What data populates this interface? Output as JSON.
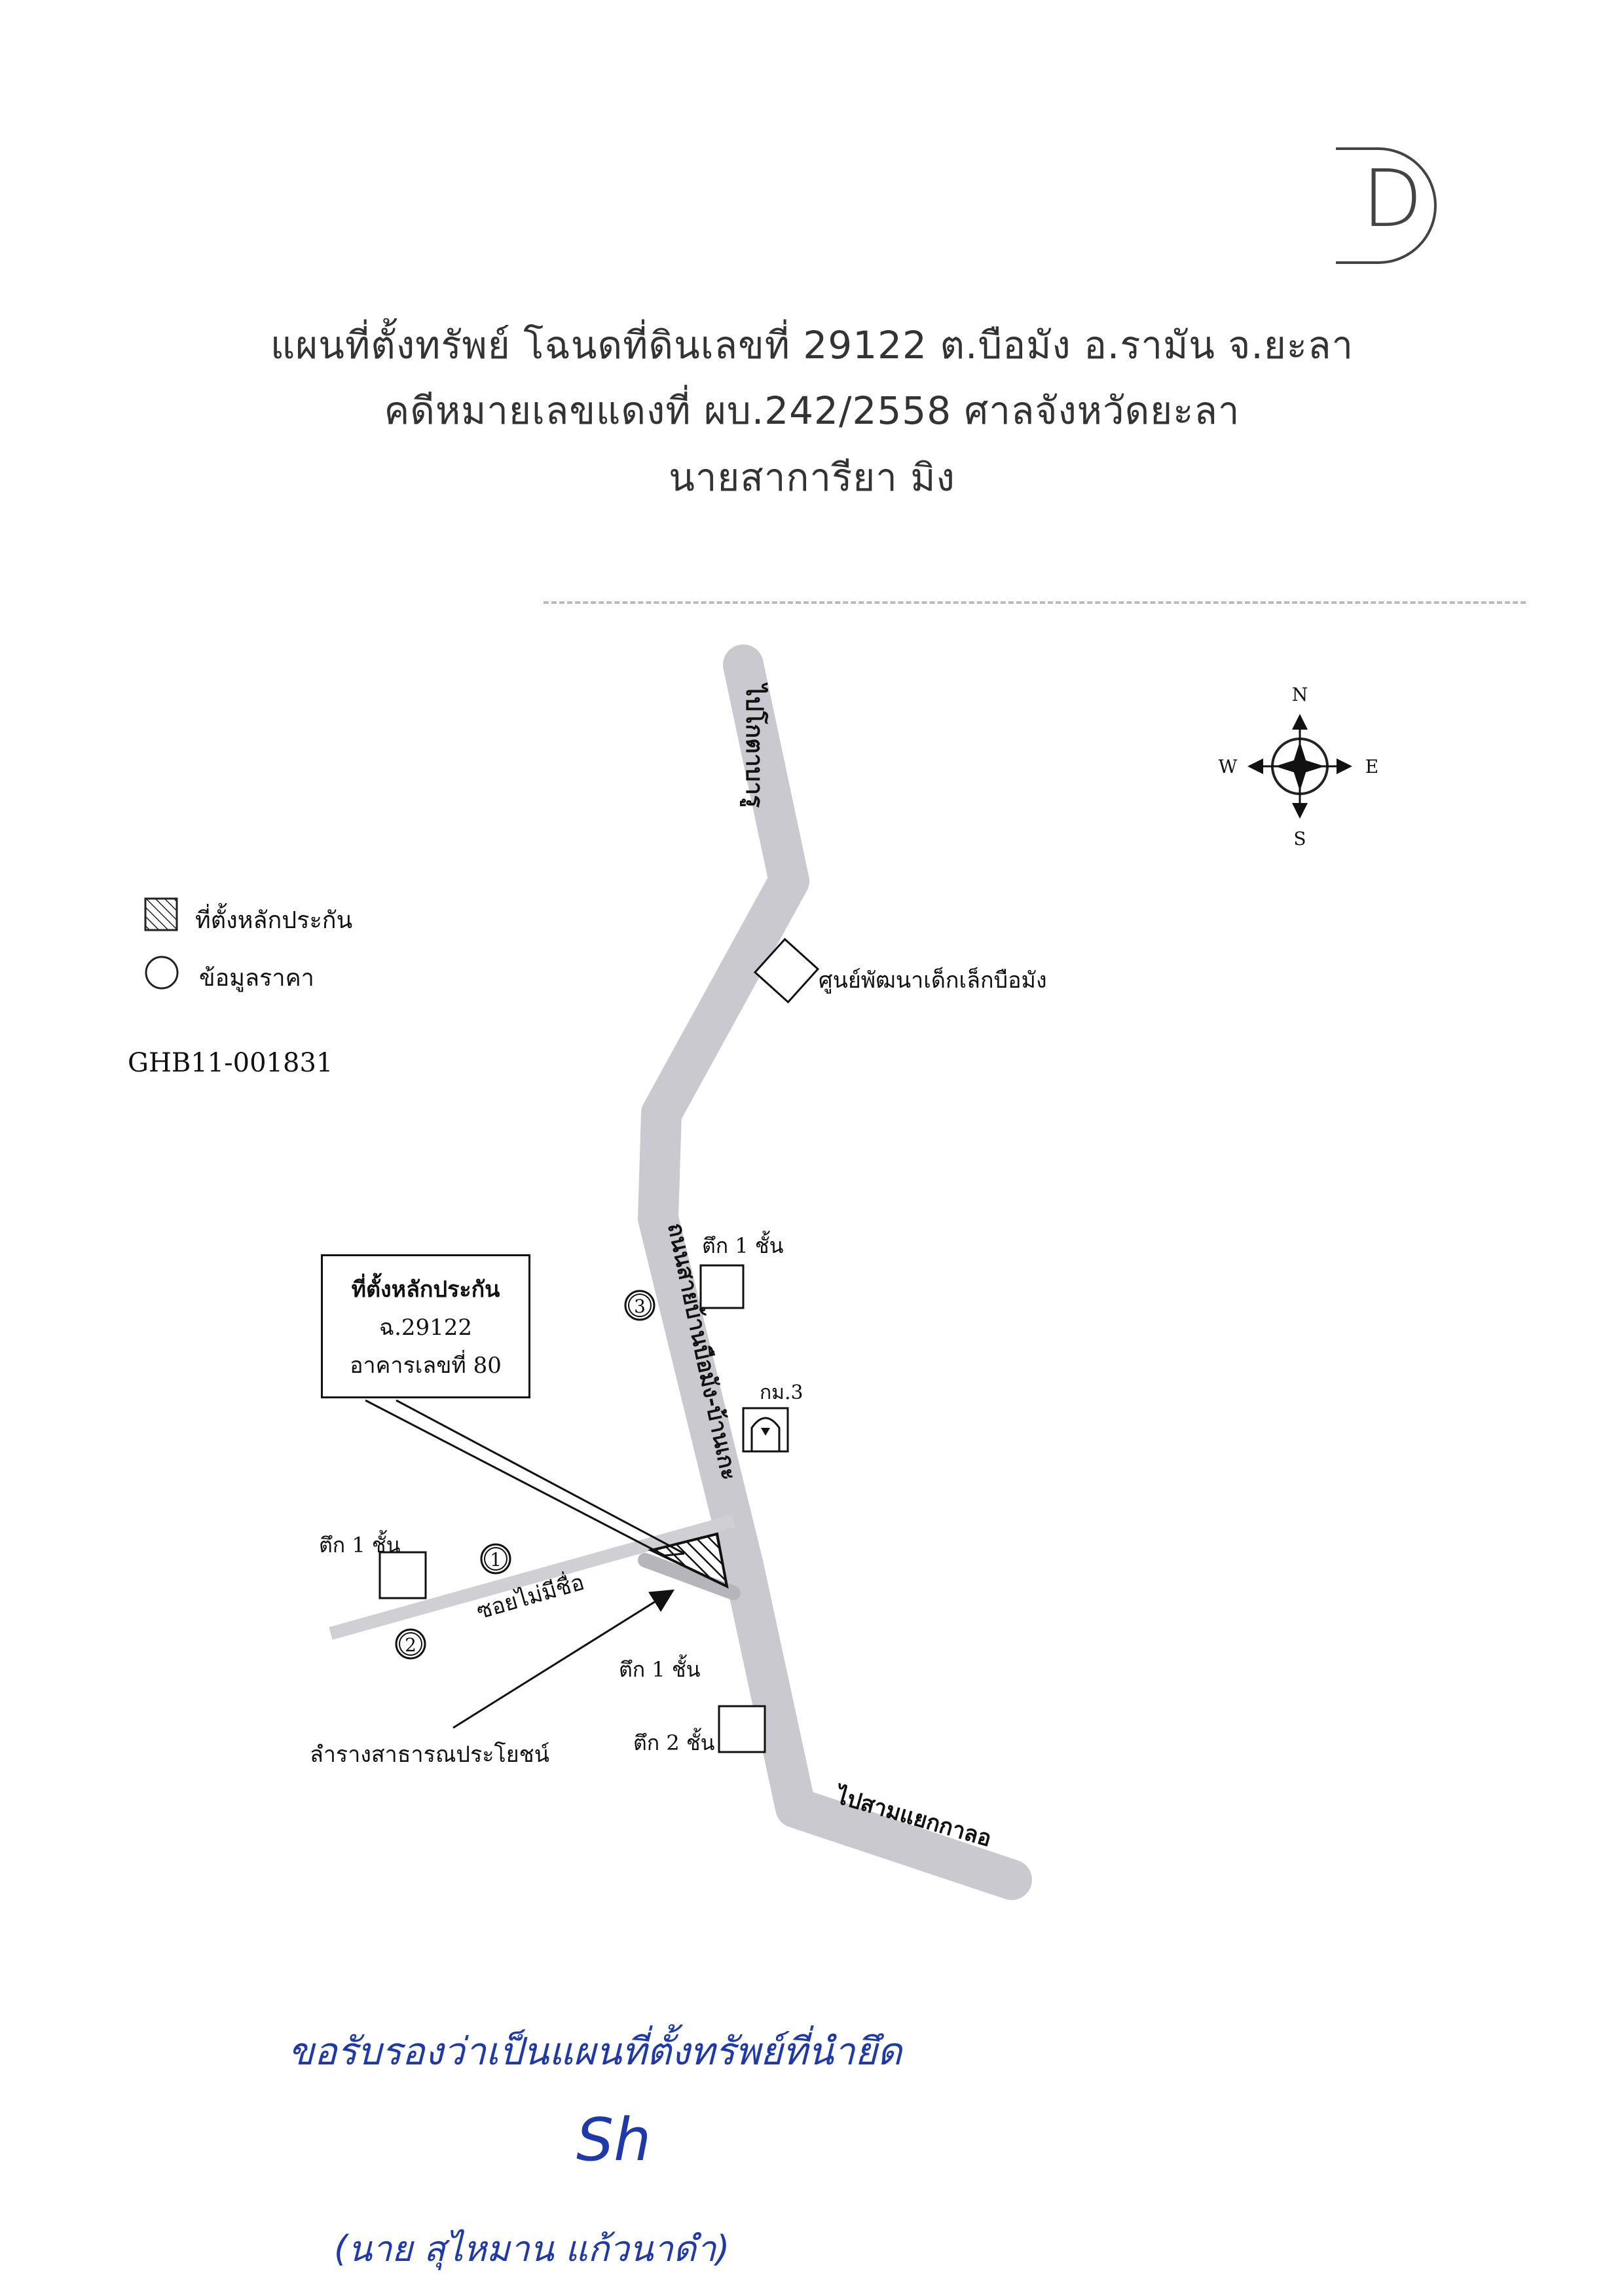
{
  "header": {
    "line1": "แผนที่ตั้งทรัพย์ โฉนดที่ดินเลขที่ 29122  ต.บือมัง อ.รามัน จ.ยะลา",
    "line2": "คดีหมายเลขแดงที่ ผบ.242/2558 ศาลจังหวัดยะลา",
    "line3": "นายสาการียา มิง",
    "corner_mark": "D"
  },
  "legend": {
    "collateral_label": "ที่ตั้งหลักประกัน",
    "price_label": "ข้อมูลราคา"
  },
  "doc_code": "GHB11-001831",
  "compass": {
    "n": "N",
    "s": "S",
    "e": "E",
    "w": "W"
  },
  "map": {
    "to_north_label": "ไปโกตาบารู",
    "to_south_label": "ไปสามแยกกาลอ",
    "main_road_label": "ถนนสายบ้านบือมัง-บ้านเกะ",
    "soi_label": "ซอยไม่มีชื่อ",
    "child_center_label": "ศูนย์พัฒนาเด็กเล็กบือมัง",
    "building_1fl_label": "ตึก 1 ชั้น",
    "building_2fl_label": "ตึก 2 ชั้น",
    "km_label": "กม.3",
    "drain_label": "ลำรางสาธารณประโยชน์",
    "callout": {
      "line1": "ที่ตั้งหลักประกัน",
      "line2": "ฉ.29122",
      "line3": "อาคารเลขที่ 80"
    },
    "markers": {
      "m1": "1",
      "m2": "2",
      "m3": "3"
    }
  },
  "handwriting": {
    "line1": "ขอรับรองว่าเป็นแผนที่ตั้งทรัพย์ที่นำยึด",
    "signature": "Sh",
    "name": "(นาย สุไหมาน แก้วนาดำ)"
  }
}
